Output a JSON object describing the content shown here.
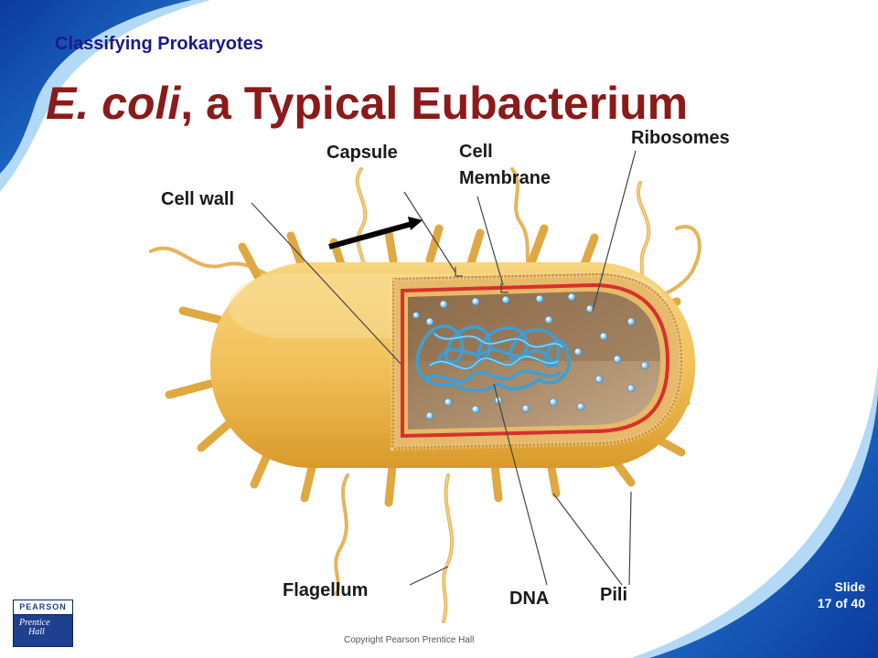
{
  "slide": {
    "section_title": "Classifying Prokaryotes",
    "title_italic": "E. coli",
    "title_rest": ", a Typical Eubacterium",
    "slide_label": "Slide",
    "slide_count": "17 of 40",
    "copyright": "Copyright Pearson Prentice Hall",
    "logo_top": "PEARSON",
    "logo_line1": "Prentice",
    "logo_line2": "Hall"
  },
  "labels": {
    "capsule": "Capsule",
    "cell_membrane_1": "Cell",
    "cell_membrane_2": "Membrane",
    "ribosomes": "Ribosomes",
    "cell_wall": "Cell wall",
    "flagellum": "Flagellum",
    "dna": "DNA",
    "pili": "Pili"
  },
  "colors": {
    "title": "#8b1a1a",
    "section_title": "#1a1a8c",
    "accent_blue": "#1f5fd0",
    "cell_body": "#f2c15a",
    "membrane": "#d8302a",
    "dna": "#3d9fd6",
    "cytoplasm": "#a6825a"
  }
}
